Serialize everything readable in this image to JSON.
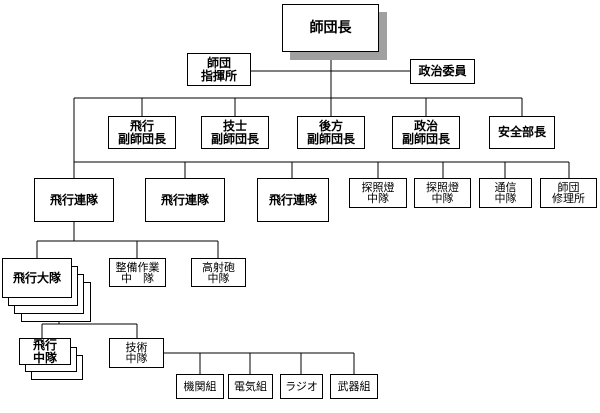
{
  "nodes": {
    "commander": "師団長",
    "hq": "師団\n指揮所",
    "commissar": "政治委員",
    "vice_flight": "飛行\n副師団長",
    "vice_tech": "技士\n副師団長",
    "vice_rear": "後方\n副師団長",
    "vice_politics": "政治\n副師団長",
    "security_chief": "安全部長",
    "regiment_1": "飛行連隊",
    "regiment_2": "飛行連隊",
    "regiment_3": "飛行連隊",
    "searchlight_1": "探照燈\n中隊",
    "searchlight_2": "探照燈\n中隊",
    "comm_company": "通信\n中隊",
    "repair_shop": "師団\n修理所",
    "flight_group": "飛行大隊",
    "maintenance_company": "整備作業\n中　隊",
    "aa_company": "高射砲\n中隊",
    "flight_company": "飛行\n中隊",
    "tech_company": "技術\n中隊",
    "engine_section": "機関組",
    "electric_section": "電気組",
    "radio_section": "ラジオ",
    "weapons_section": "武器組"
  }
}
